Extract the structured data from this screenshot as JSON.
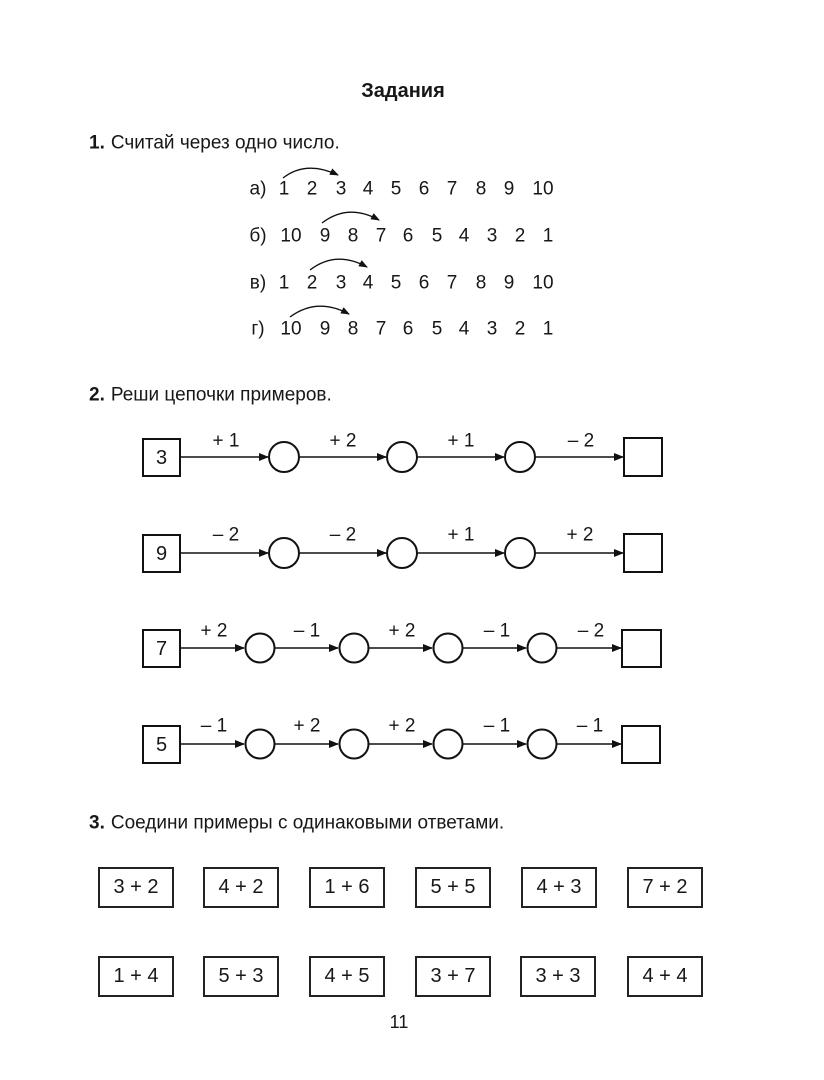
{
  "page": {
    "title": "Задания",
    "page_number": "11"
  },
  "task1": {
    "number": "1.",
    "instruction": "Считай через одно число.",
    "rows": [
      {
        "label": "а)",
        "numbers": [
          "1",
          "2",
          "3",
          "4",
          "5",
          "6",
          "7",
          "8",
          "9",
          "10"
        ],
        "arrow": {
          "from": "1",
          "to": "3"
        }
      },
      {
        "label": "б)",
        "numbers": [
          "10",
          "9",
          "8",
          "7",
          "6",
          "5",
          "4",
          "3",
          "2",
          "1"
        ],
        "arrow": {
          "from": "9",
          "to": "7"
        }
      },
      {
        "label": "в)",
        "numbers": [
          "1",
          "2",
          "3",
          "4",
          "5",
          "6",
          "7",
          "8",
          "9",
          "10"
        ],
        "arrow": {
          "from": "2",
          "to": "4"
        }
      },
      {
        "label": "г)",
        "numbers": [
          "10",
          "9",
          "8",
          "7",
          "6",
          "5",
          "4",
          "3",
          "2",
          "1"
        ],
        "arrow": {
          "from": "10",
          "to": "8"
        }
      }
    ]
  },
  "task2": {
    "number": "2.",
    "instruction": "Реши цепочки примеров.",
    "chains": [
      {
        "start": "3",
        "ops": [
          "+ 1",
          "+ 2",
          "+ 1",
          "– 2"
        ]
      },
      {
        "start": "9",
        "ops": [
          "– 2",
          "– 2",
          "+ 1",
          "+ 2"
        ]
      },
      {
        "start": "7",
        "ops": [
          "+ 2",
          "– 1",
          "+ 2",
          "– 1",
          "– 2"
        ]
      },
      {
        "start": "5",
        "ops": [
          "– 1",
          "+ 2",
          "+ 2",
          "– 1",
          "– 1"
        ]
      }
    ]
  },
  "task3": {
    "number": "3.",
    "instruction": "Соедини примеры с одинаковыми ответами.",
    "top_row": [
      "3 + 2",
      "4 + 2",
      "1 + 6",
      "5 + 5",
      "4 + 3",
      "7 + 2"
    ],
    "bottom_row": [
      "1 + 4",
      "5 + 3",
      "4 + 5",
      "3 + 7",
      "3 + 3",
      "4 + 4"
    ]
  },
  "colors": {
    "ink": "#171717",
    "background": "#ffffff"
  }
}
